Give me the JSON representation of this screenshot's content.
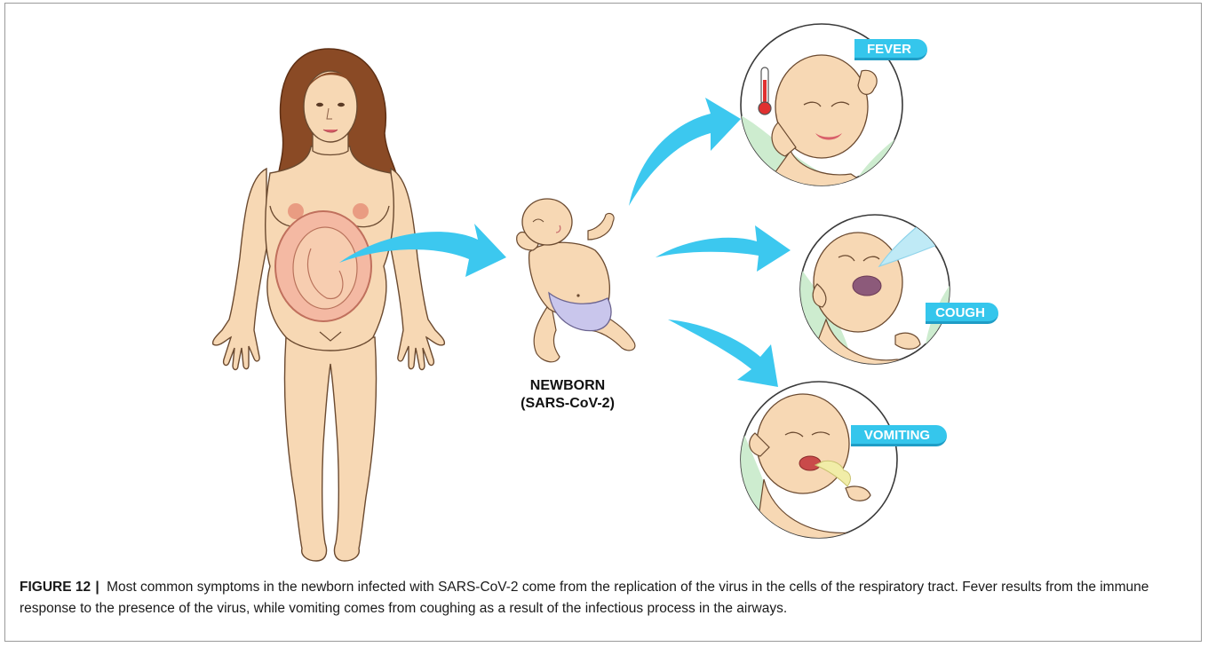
{
  "newborn": {
    "line1": "NEWBORN",
    "line2": "(SARS-CoV-2)"
  },
  "symptoms": [
    {
      "label": "FEVER"
    },
    {
      "label": "COUGH"
    },
    {
      "label": "VOMITING"
    }
  ],
  "caption": {
    "label": "FIGURE 12",
    "separator": "|",
    "text": "Most common symptoms in the newborn infected with SARS-CoV-2 come from the replication of the virus in the cells of the respiratory tract. Fever results from the immune response to the presence of the virus, while vomiting comes from coughing as a result of the infectious process in the airways."
  },
  "colors": {
    "arrow": "#3cc8ef",
    "tag": "#35c6ec",
    "skin": "#f7d8b4",
    "hair": "#8a4a25",
    "diaper": "#c9c6ec",
    "bed": "#cdeccf"
  }
}
